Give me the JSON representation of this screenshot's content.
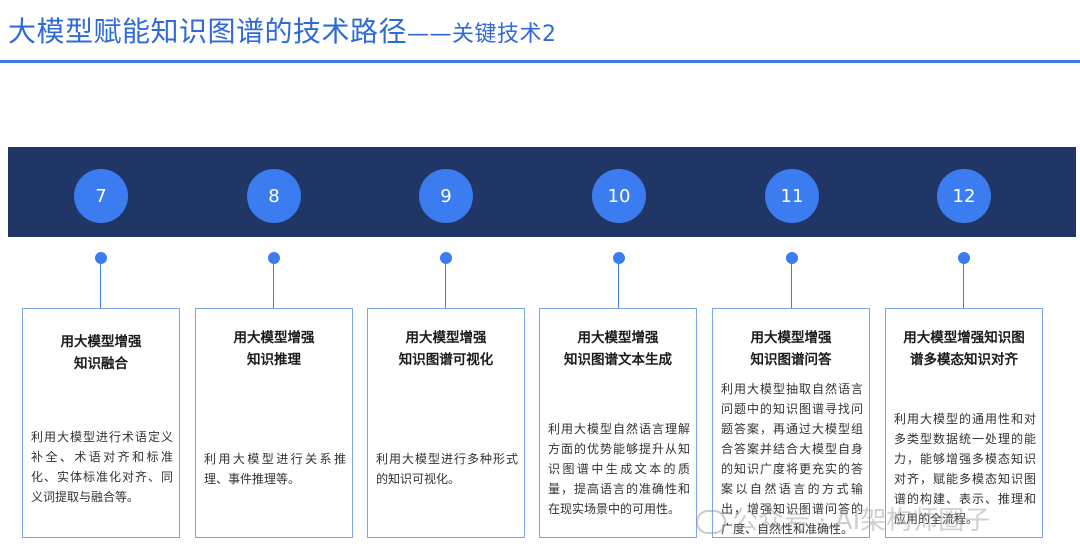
{
  "title": {
    "main": "大模型赋能知识图谱的技术路径",
    "sub": "——关键技术2"
  },
  "steps": [
    {
      "number": "7",
      "title_lines": [
        "用大模型增强",
        "知识融合"
      ],
      "desc": "利用大模型进行术语定义补全、术语对齐和标准化、实体标准化对齐、同义词提取与融合等。"
    },
    {
      "number": "8",
      "title_lines": [
        "用大模型增强",
        "知识推理"
      ],
      "desc": "利用大模型进行关系推理、事件推理等。"
    },
    {
      "number": "9",
      "title_lines": [
        "用大模型增强",
        "知识图谱可视化"
      ],
      "desc": "利用大模型进行多种形式的知识可视化。"
    },
    {
      "number": "10",
      "title_lines": [
        "用大模型增强",
        "知识图谱文本生成"
      ],
      "desc": "利用大模型自然语言理解方面的优势能够提升从知识图谱中生成文本的质量，提高语言的准确性和在现实场景中的可用性。"
    },
    {
      "number": "11",
      "title_lines": [
        "用大模型增强",
        "知识图谱问答"
      ],
      "desc": "利用大模型抽取自然语言问题中的知识图谱寻找问题答案，再通过大模型组合答案并结合大模型自身的知识广度将更充实的答案以自然语言的方式输出，增强知识图谱问答的广度、自然性和准确性。"
    },
    {
      "number": "12",
      "title_lines": [
        "用大模型增强知识图",
        "谱多模态知识对齐"
      ],
      "desc": "利用大模型的通用性和对多类型数据统一处理的能力，能够增强多模态知识对齐，赋能多模态知识图谱的构建、表示、推理和应用的全流程。"
    }
  ],
  "watermark": "公众号 · AI架构师圈子",
  "colors": {
    "accent": "#3b7cf0",
    "band": "#1f3667",
    "title": "#2f6bd8",
    "card_border": "#7aa5e8"
  }
}
